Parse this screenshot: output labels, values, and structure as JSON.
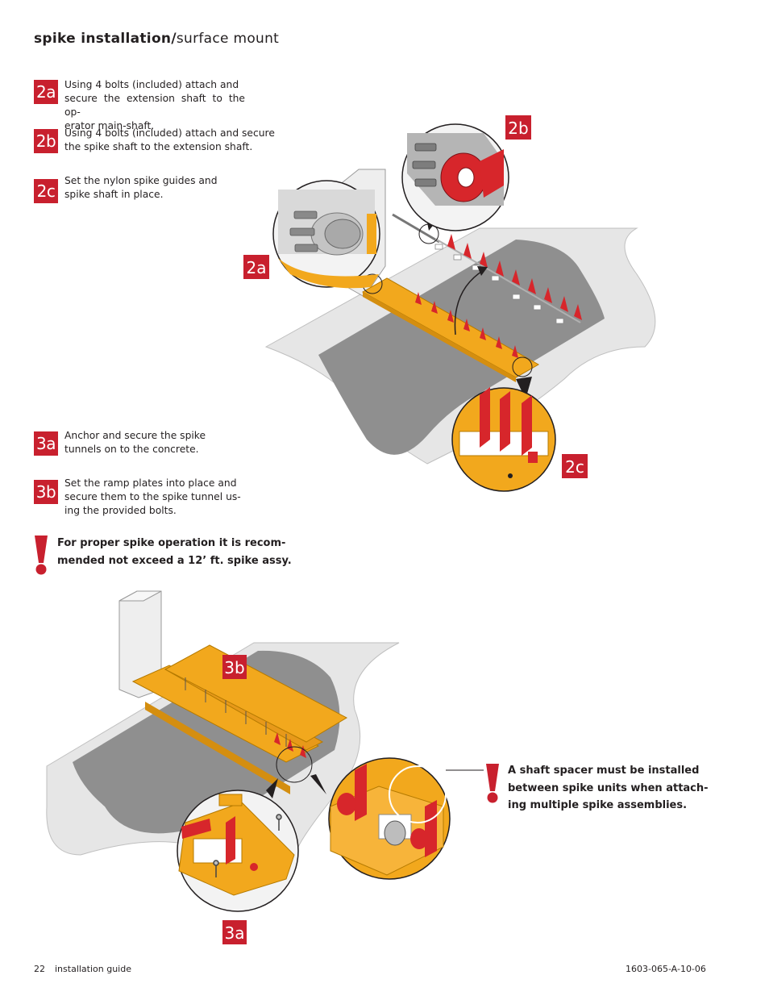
{
  "page": {
    "title_bold": "spike installation/",
    "title_light": "surface mount"
  },
  "steps": [
    {
      "id": "2a",
      "text": "Using 4 bolts (included) attach and secure the extension shaft to the operator main-shaft."
    },
    {
      "id": "2b",
      "text": "Using 4 bolts (included) attach and secure the spike shaft to the extension shaft."
    },
    {
      "id": "2c",
      "text": "Set the nylon spike guides and spike shaft in place."
    },
    {
      "id": "3a",
      "text": "Anchor and secure the spike tunnels on to the concrete."
    },
    {
      "id": "3b",
      "text": "Set the ramp plates into place and secure them to the spike tunnel using the provided bolts."
    }
  ],
  "step_lines": {
    "s2a": [
      "Using 4 bolts (included) attach and",
      "secure the extension shaft to the op-",
      "erator main-shaft."
    ],
    "s2b": [
      "Using 4 bolts (included) attach and secure",
      "the spike shaft to the extension shaft."
    ],
    "s2c": [
      "Set the nylon spike guides and",
      "spike shaft in place."
    ],
    "s3a": [
      "Anchor and secure the spike",
      "tunnels on to the concrete."
    ],
    "s3b": [
      "Set the ramp plates into place and",
      "secure them to the spike tunnel us-",
      "ing the provided bolts."
    ]
  },
  "warnings": {
    "w1": [
      "For proper spike operation it is recom-",
      "mended not exceed a 12’ ft. spike assy."
    ],
    "w2": [
      "A shaft spacer must be installed",
      "between spike units when attach-",
      "ing multiple spike assemblies."
    ]
  },
  "figure_labels": {
    "top_2b": "2b",
    "top_2a": "2a",
    "top_2c": "2c",
    "bottom_3b": "3b",
    "bottom_3a": "3a"
  },
  "footer": {
    "page_number": "22",
    "guide": "installation guide",
    "doc_code": "1603-065-A-10-06"
  },
  "colors": {
    "badge_red": "#c8202e",
    "spike_red": "#d7262b",
    "tunnel_yellow": "#f2a81d",
    "road_grey": "#8f8f8f",
    "concrete_light": "#e6e6e6"
  }
}
